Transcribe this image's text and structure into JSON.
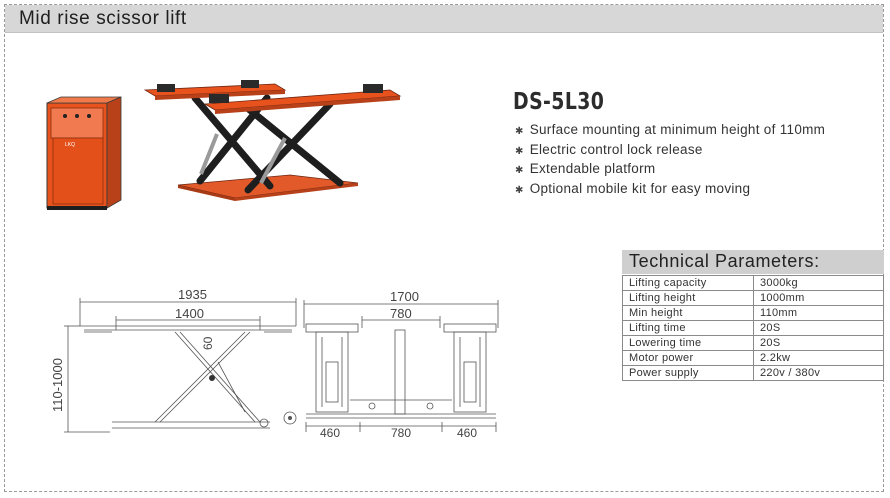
{
  "header": {
    "title": "Mid rise scissor lift"
  },
  "product": {
    "model": "DS-5L30",
    "features": [
      "Surface mounting at minimum height of 110mm",
      "Electric control lock release",
      "Extendable platform",
      "Optional mobile kit for easy moving"
    ],
    "control_box_logo": "LKQ",
    "colors": {
      "body": "#e8521d",
      "steel": "#222222",
      "base": "#e35a2a"
    }
  },
  "technical": {
    "title": "Technical Parameters:",
    "rows": [
      {
        "label": "Lifting capacity",
        "value": "3000kg"
      },
      {
        "label": "Lifting height",
        "value": "1000mm"
      },
      {
        "label": "Min height",
        "value": "110mm"
      },
      {
        "label": "Lifting time",
        "value": "20S"
      },
      {
        "label": "Lowering time",
        "value": "20S"
      },
      {
        "label": "Motor power",
        "value": "2.2kw"
      },
      {
        "label": "Power supply",
        "value": "220v / 380v"
      }
    ]
  },
  "dimensions": {
    "side": {
      "overall_length": "1935",
      "platform_length": "1400",
      "arm_dim": "60",
      "height_range": "110-1000"
    },
    "front": {
      "overall_width": "1700",
      "inner_gap": "780",
      "left_platform": "460",
      "center_gap": "780",
      "right_platform": "460"
    }
  }
}
